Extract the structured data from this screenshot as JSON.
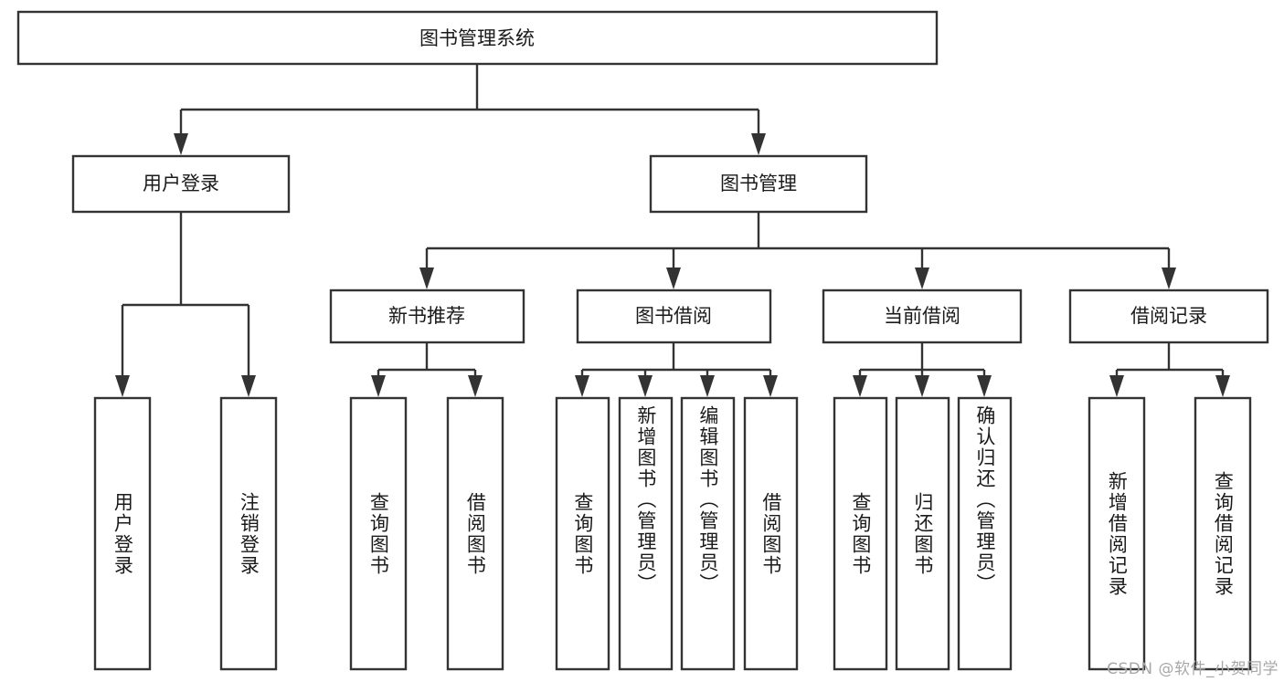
{
  "diagram": {
    "type": "tree-hierarchy",
    "title": "图书管理系统",
    "orientation": "top-down",
    "levels": 4,
    "colors": {
      "box_stroke": "#333333",
      "box_fill": "#ffffff",
      "connector": "#333333",
      "text": "#1a1a1a",
      "background": "#ffffff",
      "watermark": "#a8a8a8"
    }
  },
  "root": {
    "label": "图书管理系统"
  },
  "level2": [
    {
      "label": "用户登录"
    },
    {
      "label": "图书管理"
    }
  ],
  "level3": [
    {
      "label": "新书推荐"
    },
    {
      "label": "图书借阅"
    },
    {
      "label": "当前借阅"
    },
    {
      "label": "借阅记录"
    }
  ],
  "leaves": {
    "user_login": [
      {
        "label": "用户登录"
      },
      {
        "label": "注销登录"
      }
    ],
    "new_book_recommend": [
      {
        "label": "查询图书"
      },
      {
        "label": "借阅图书"
      }
    ],
    "book_borrow": [
      {
        "label": "查询图书"
      },
      {
        "label": "新增图书（管理员）"
      },
      {
        "label": "编辑图书（管理员）"
      },
      {
        "label": "借阅图书"
      }
    ],
    "current_borrow": [
      {
        "label": "查询图书"
      },
      {
        "label": "归还图书"
      },
      {
        "label": "确认归还（管理员）"
      }
    ],
    "borrow_records": [
      {
        "label": "新增借阅记录"
      },
      {
        "label": "查询借阅记录"
      }
    ]
  },
  "watermark": {
    "text": "CSDN @软件_小贺同学"
  }
}
